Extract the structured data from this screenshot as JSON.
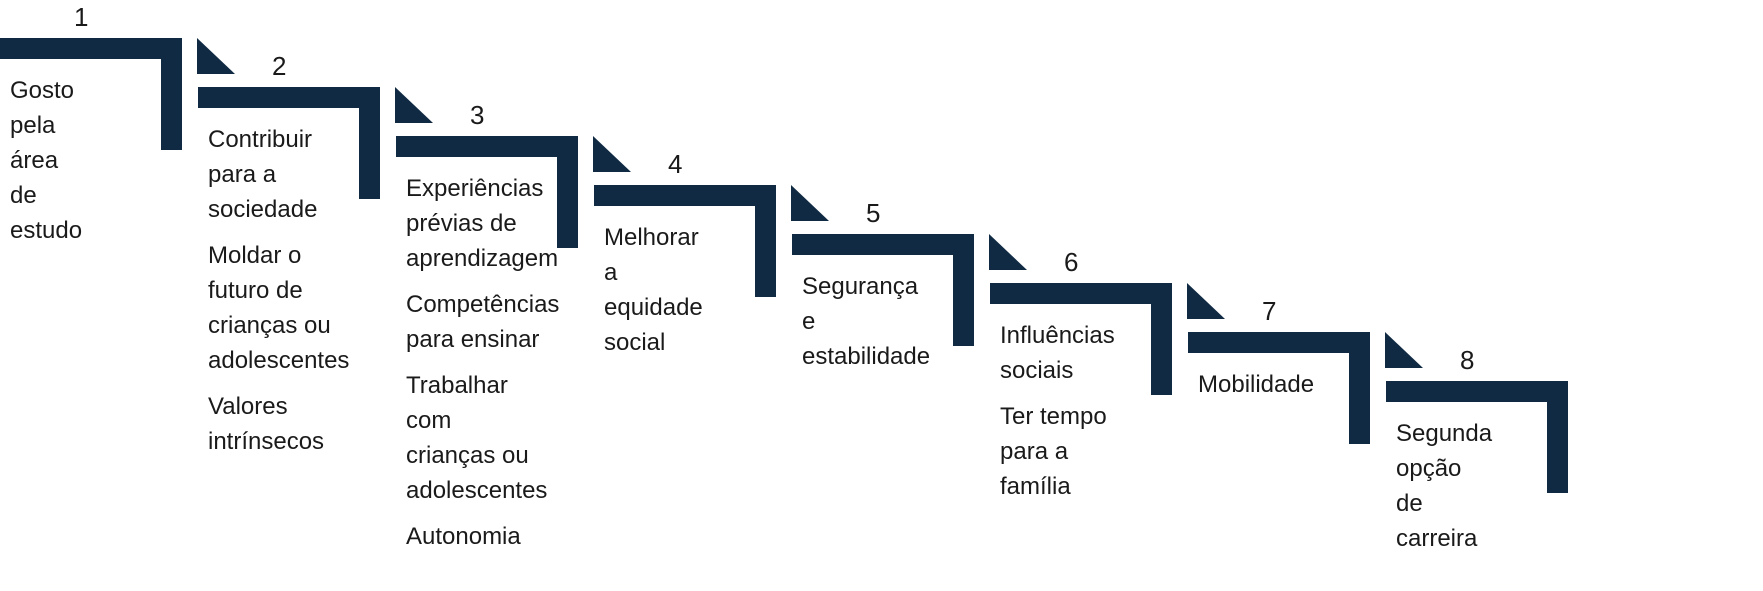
{
  "diagram": {
    "colors": {
      "bar": "#102a43",
      "text": "#1a1a1a",
      "background": "#ffffff"
    },
    "steps": [
      {
        "number": "1",
        "items": [
          "Gosto pela\nárea de\nestudo"
        ]
      },
      {
        "number": "2",
        "items": [
          "Contribuir\npara a\nsociedade",
          "Moldar o\nfuturo de\ncrianças ou\nadolescentes",
          "Valores\nintrínsecos"
        ]
      },
      {
        "number": "3",
        "items": [
          "Experiências\nprévias de\naprendizagem",
          "Competências\npara ensinar",
          "Trabalhar com\ncrianças ou\nadolescentes",
          "Autonomia"
        ]
      },
      {
        "number": "4",
        "items": [
          "Melhorar a\nequidade\nsocial"
        ]
      },
      {
        "number": "5",
        "items": [
          "Segurança e\nestabilidade"
        ]
      },
      {
        "number": "6",
        "items": [
          "Influências\nsociais",
          "Ter tempo\npara a família"
        ]
      },
      {
        "number": "7",
        "items": [
          "Mobilidade"
        ]
      },
      {
        "number": "8",
        "items": [
          "Segunda\nopção de\ncarreira"
        ]
      }
    ]
  }
}
